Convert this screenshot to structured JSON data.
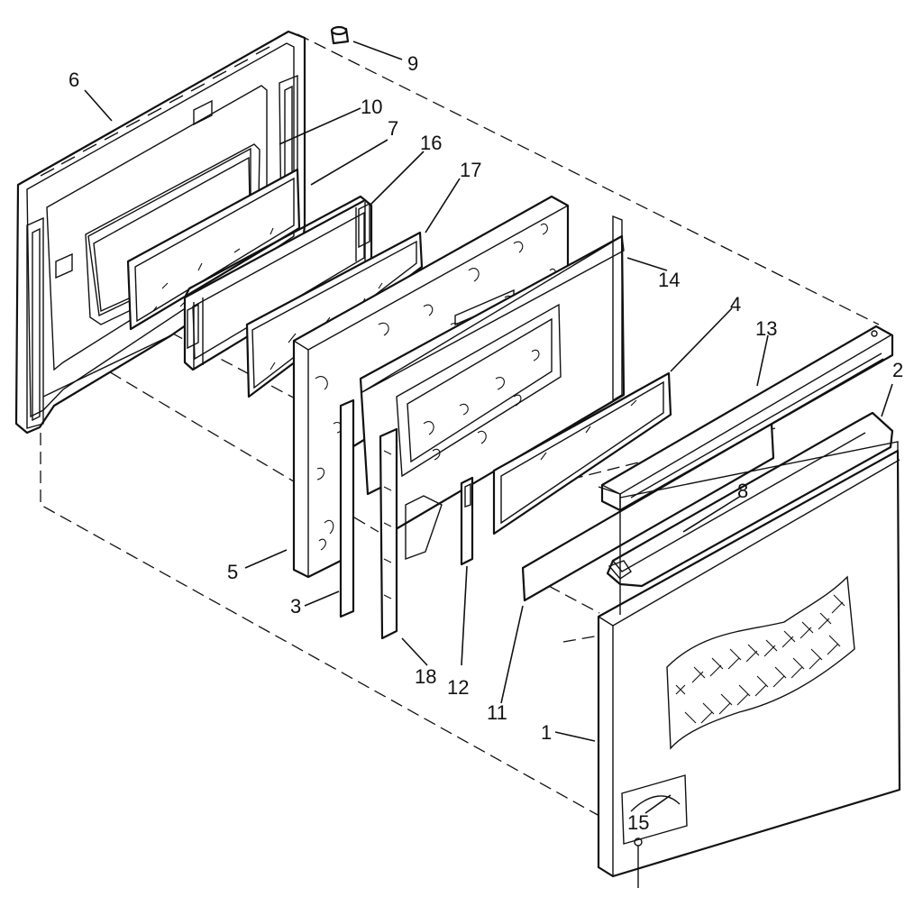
{
  "diagram": {
    "callouts": [
      {
        "id": "callout-1",
        "text": "1"
      },
      {
        "id": "callout-2",
        "text": "2"
      },
      {
        "id": "callout-3",
        "text": "3"
      },
      {
        "id": "callout-4",
        "text": "4"
      },
      {
        "id": "callout-5",
        "text": "5"
      },
      {
        "id": "callout-6",
        "text": "6"
      },
      {
        "id": "callout-7",
        "text": "7"
      },
      {
        "id": "callout-8",
        "text": "8"
      },
      {
        "id": "callout-9",
        "text": "9"
      },
      {
        "id": "callout-10",
        "text": "10"
      },
      {
        "id": "callout-11",
        "text": "11"
      },
      {
        "id": "callout-12",
        "text": "12"
      },
      {
        "id": "callout-13",
        "text": "13"
      },
      {
        "id": "callout-14",
        "text": "14"
      },
      {
        "id": "callout-15",
        "text": "15"
      },
      {
        "id": "callout-16",
        "text": "16"
      },
      {
        "id": "callout-17",
        "text": "17"
      },
      {
        "id": "callout-18",
        "text": "18"
      }
    ],
    "line_color": "#111111",
    "background": "#ffffff"
  }
}
